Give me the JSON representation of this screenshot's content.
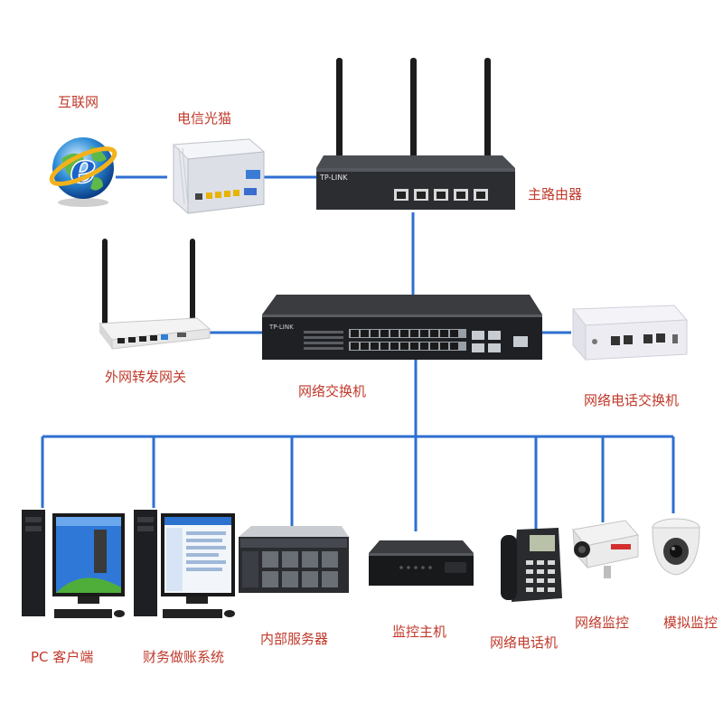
{
  "labels": {
    "internet": "互联网",
    "modem": "电信光猫",
    "main_router": "主路由器",
    "gateway": "外网转发网关",
    "switch": "网络交换机",
    "pbx": "网络电话交换机",
    "pc_client": "PC 客户端",
    "finance_system": "财务做账系统",
    "internal_server": "内部服务器",
    "nvr_host": "监控主机",
    "ip_phone": "网络电话机",
    "ip_camera": "网络监控",
    "analog_camera": "模拟监控"
  },
  "device_text": {
    "router_brand": "TP-LINK",
    "switch_brand": "TP-LINK"
  },
  "colors": {
    "link": "#2e6fd1",
    "label": "#c0392b"
  }
}
